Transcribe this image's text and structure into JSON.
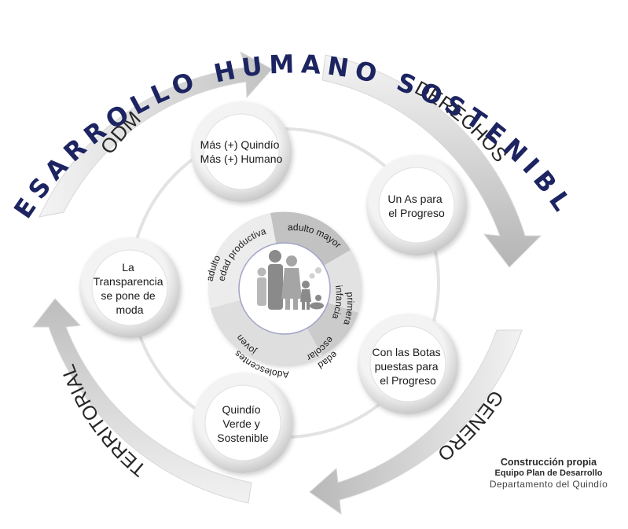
{
  "title": "DESARROLLO HUMANO SOSTENIBLE",
  "outer_arrows": [
    "ODM",
    "DERECHOS",
    "GENERO",
    "TERRITORIAL"
  ],
  "nodes": [
    [
      "Más (+) Quindío",
      "Más (+) Humano"
    ],
    [
      "Un As para",
      "el Progreso"
    ],
    [
      "Con las Botas",
      "puestas para",
      "el Progreso"
    ],
    [
      "Quindío",
      "Verde y",
      "Sostenible"
    ],
    [
      "La",
      "Transparencia",
      "se pone de",
      "moda"
    ]
  ],
  "life_stages": {
    "adulto_mayor": "adulto mayor",
    "primera_infancia": [
      "primera",
      "infancia"
    ],
    "edad_escolar": [
      "edad",
      "escolar"
    ],
    "adolescentes_joven": [
      "Adolescentes",
      "joven"
    ],
    "adulto_edad_productiva": [
      "adulto",
      "edad productiva"
    ]
  },
  "credit": {
    "line1": "Construcción propia",
    "line2": "Equipo Plan de Desarrollo",
    "line3": "Departamento del Quindío"
  },
  "colors": {
    "title": "#1c2461",
    "arrow_light": "#eeeeee",
    "arrow_dark": "#b9b9b9",
    "family_silhouette": "#8a8a8a"
  }
}
